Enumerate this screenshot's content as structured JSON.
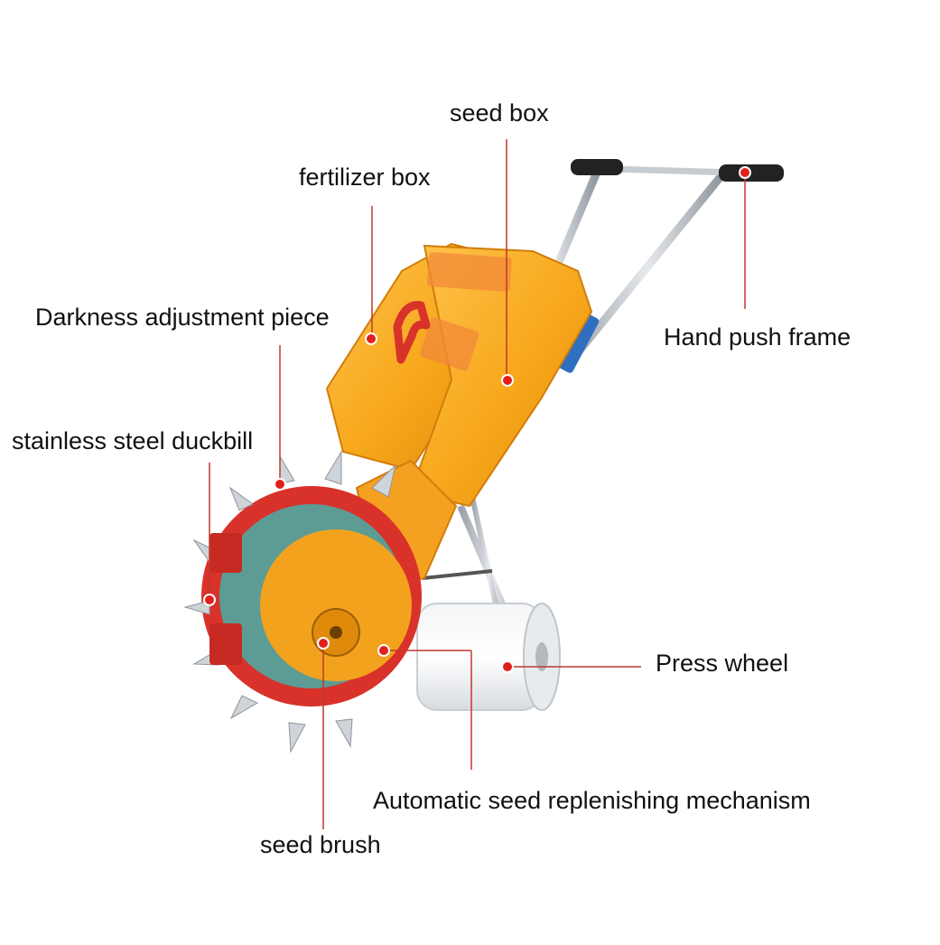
{
  "labels": {
    "seed_box": "seed box",
    "fertilizer_box": "fertilizer box",
    "darkness_adjustment": "Darkness adjustment piece",
    "hand_push_frame": "Hand push frame",
    "duckbill": "stainless steel duckbill",
    "press_wheel": "Press wheel",
    "auto_seed": "Automatic seed replenishing mechanism",
    "seed_brush": "seed brush"
  },
  "colors": {
    "body_orange": "#f7a71b",
    "body_orange_dark": "#e08a0c",
    "wheel_red": "#d8322a",
    "leader_line": "#c0392b",
    "marker": "#e0201c",
    "teal_disc": "#3fb7b0",
    "frame_silver": "#b9bec4",
    "handle_black": "#222222",
    "clamp_blue": "#2f6fc0"
  }
}
